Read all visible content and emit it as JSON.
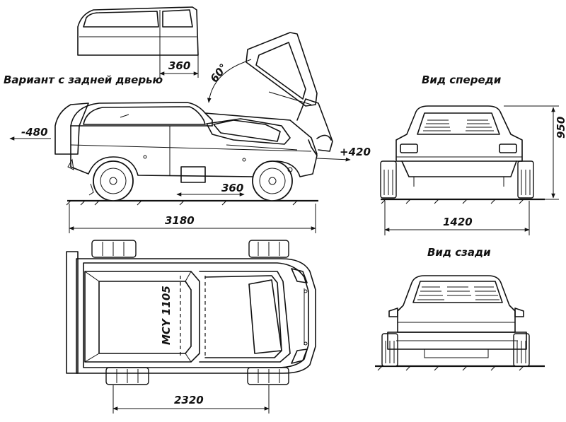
{
  "labels": {
    "rear_door_variant": "Вариант с задней дверью",
    "front_view": "Вид спереди",
    "rear_view": "Вид сзади",
    "plate": "MCY 1105"
  },
  "dimensions": {
    "door_width": "360",
    "hood_angle": "60°",
    "rear_extension": "-480",
    "front_extension": "+420",
    "side_door": "360",
    "length": "3180",
    "width": "1420",
    "height": "950",
    "wheelbase": "2320"
  }
}
